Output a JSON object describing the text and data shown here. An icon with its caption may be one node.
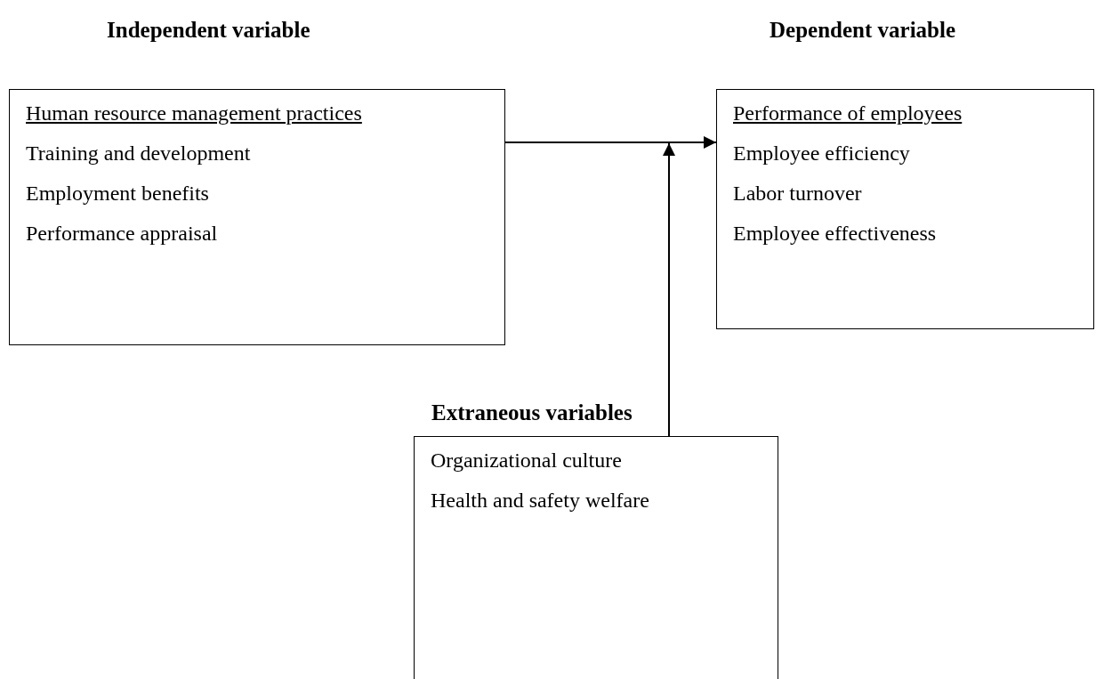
{
  "diagram": {
    "nodes": [
      {
        "text": [
          "Independent variable",
          "Human resource management practices",
          "Training and development",
          "Employment benefits",
          "Performance appraisal"
        ]
      },
      {
        "text": [
          "Dependent variable",
          "Performance of employees",
          "Employee efficiency",
          "Labor turnover",
          "Employee effectiveness"
        ]
      },
      {
        "text": [
          "Extraneous variables",
          "Organizational culture",
          "Health and safety welfare"
        ]
      }
    ],
    "edges": [
      {
        "from": 0,
        "to": 1,
        "arrow": "to"
      },
      {
        "from": 2,
        "to": null,
        "arrow": "to"
      }
    ]
  }
}
